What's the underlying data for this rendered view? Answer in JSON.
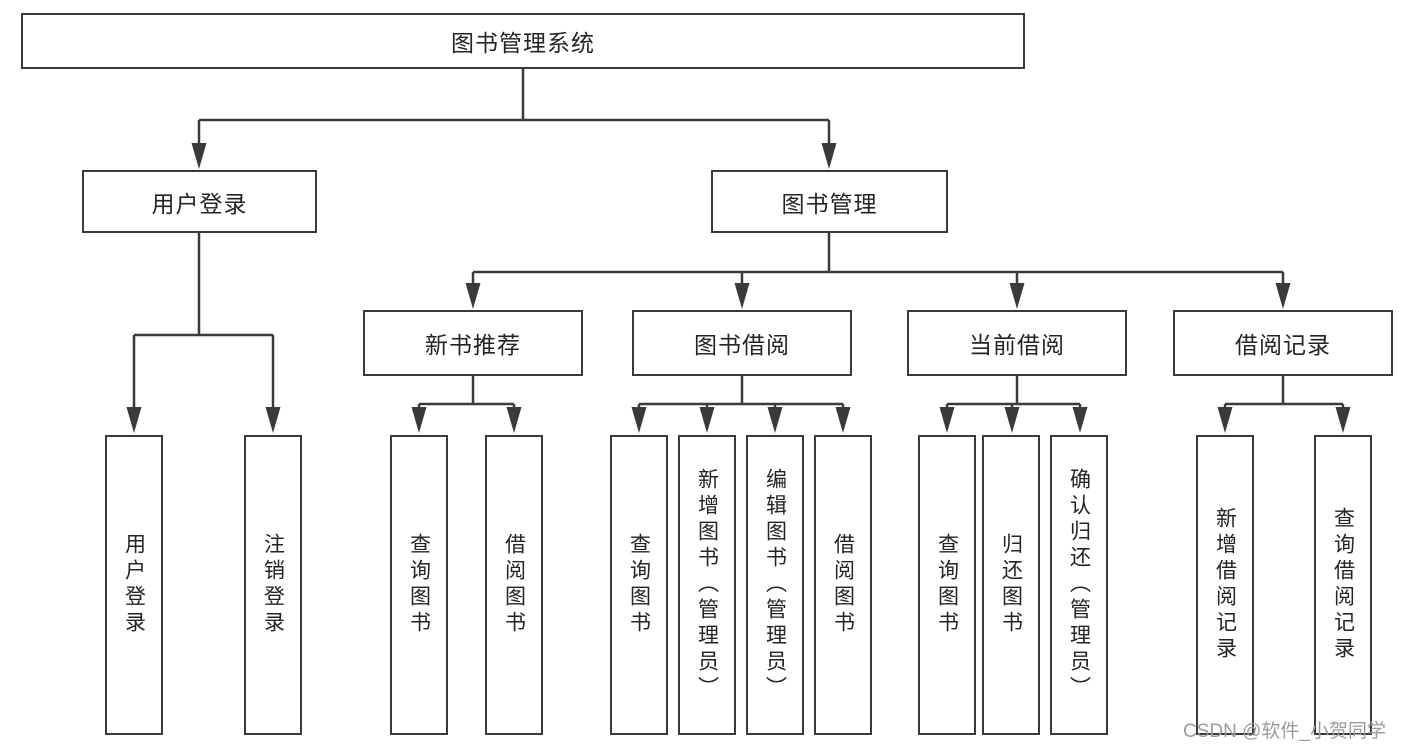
{
  "diagram": {
    "title": "图书管理系统",
    "root": {
      "label": "图书管理系统"
    },
    "level2": [
      {
        "label": "用户登录"
      },
      {
        "label": "图书管理"
      }
    ],
    "level3": [
      {
        "label": "新书推荐",
        "parent": "图书管理"
      },
      {
        "label": "图书借阅",
        "parent": "图书管理"
      },
      {
        "label": "当前借阅",
        "parent": "图书管理"
      },
      {
        "label": "借阅记录",
        "parent": "图书管理"
      }
    ],
    "leaves": [
      {
        "label": "用户登录",
        "parent": "用户登录"
      },
      {
        "label": "注销登录",
        "parent": "用户登录"
      },
      {
        "label": "查询图书",
        "parent": "新书推荐"
      },
      {
        "label": "借阅图书",
        "parent": "新书推荐"
      },
      {
        "label": "查询图书",
        "parent": "图书借阅"
      },
      {
        "label": "新增图书（管理员）",
        "parent": "图书借阅"
      },
      {
        "label": "编辑图书（管理员）",
        "parent": "图书借阅"
      },
      {
        "label": "借阅图书",
        "parent": "图书借阅"
      },
      {
        "label": "查询图书",
        "parent": "当前借阅"
      },
      {
        "label": "归还图书",
        "parent": "当前借阅"
      },
      {
        "label": "确认归还（管理员）",
        "parent": "当前借阅"
      },
      {
        "label": "新增借阅记录",
        "parent": "借阅记录"
      },
      {
        "label": "查询借阅记录",
        "parent": "借阅记录"
      }
    ],
    "watermark": "CSDN @软件_小贺同学",
    "colors": {
      "line": "#3a3a3a",
      "text": "#242424",
      "background": "#ffffff",
      "watermark": "#9b9b9b"
    }
  }
}
